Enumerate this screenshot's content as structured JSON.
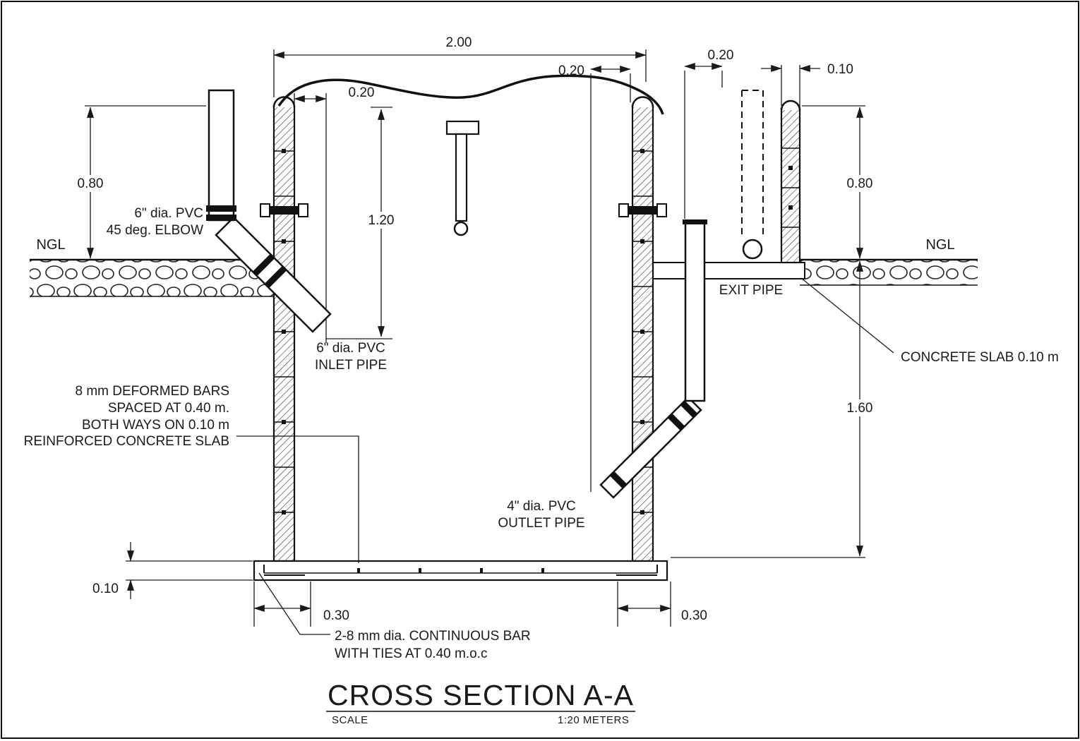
{
  "title": "CROSS SECTION A-A",
  "scale": {
    "label": "SCALE",
    "value": "1:20 METERS"
  },
  "labels": {
    "ngl_left": "NGL",
    "ngl_right": "NGL",
    "elbow_line1": "6\" dia. PVC",
    "elbow_line2": "45 deg. ELBOW",
    "inlet_line1": "6\" dia. PVC",
    "inlet_line2": "INLET PIPE",
    "bars_line1": "8 mm DEFORMED BARS",
    "bars_line2": "SPACED AT 0.40 m.",
    "bars_line3": "BOTH WAYS ON 0.10 m",
    "bars_line4": "REINFORCED CONCRETE SLAB",
    "outlet_line1": "4\" dia. PVC",
    "outlet_line2": "OUTLET PIPE",
    "exit_pipe": "EXIT PIPE",
    "concrete_slab": "CONCRETE SLAB 0.10 m",
    "bar_line1": "2-8 mm dia. CONTINUOUS BAR",
    "bar_line2": "WITH TIES AT 0.40 m.o.c"
  },
  "dims": {
    "top_width": "2.00",
    "left_wall": "0.20",
    "right_offset": "0.20",
    "chamber_gap": "0.20",
    "slab_wall": "0.10",
    "depth_left": "0.80",
    "depth_right": "0.80",
    "inlet_depth": "1.20",
    "lower_depth": "1.60",
    "base_thickness": "0.10",
    "footing_left": "0.30",
    "footing_right": "0.30"
  }
}
